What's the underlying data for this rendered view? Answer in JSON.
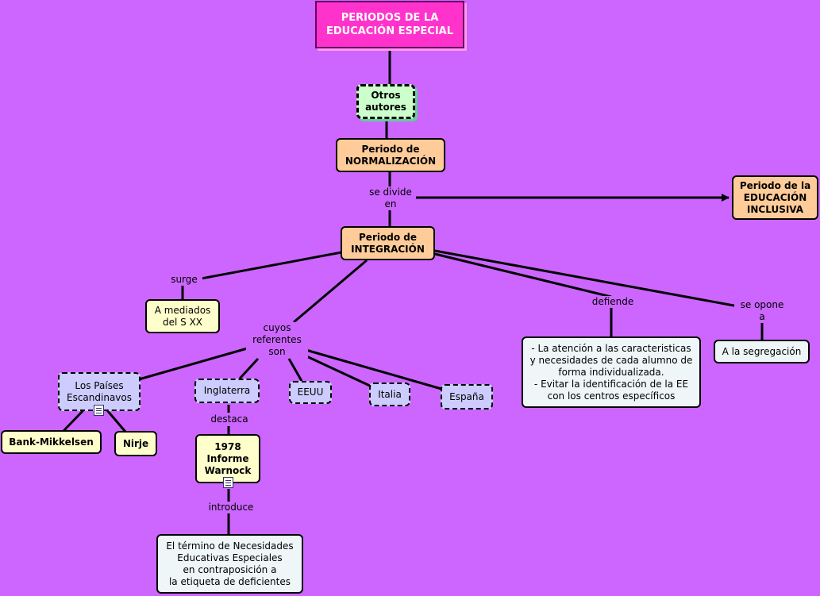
{
  "title": "PERIODOS DE LA\nEDUCACIÓN ESPECIAL",
  "nodes": {
    "otros_autores": "Otros\nautores",
    "normalizacion": "Periodo de\nNORMALIZACIÓN",
    "inclusiva": "Periodo de la\nEDUCACIÓN\nINCLUSIVA",
    "integracion": "Periodo de\nINTEGRACIÓN",
    "mediados": "A mediados\ndel S XX",
    "paises": "Los Países\nEscandinavos",
    "bank": "Bank-Mikkelsen",
    "nirje": "Nirje",
    "inglaterra": "Inglaterra",
    "eeuu": "EEUU",
    "italia": "Italia",
    "espana": "España",
    "warnock": "1978\nInforme\nWarnock",
    "termino": "El término de Necesidades\nEducativas Especiales\nen contraposición a\nla etiqueta de deficientes",
    "atencion": "- La atención a las caracteristicas\ny necesidades de cada alumno de\nforma individualizada.\n- Evitar la identificación de la EE\ncon los centros específicos",
    "segregacion": "A la segregación"
  },
  "phrases": {
    "se_divide": "se divide\nen",
    "surge": "surge",
    "cuyos": "cuyos\nreferentes\nson",
    "defiende": "defiende",
    "se_opone": "se opone\na",
    "destaca": "destaca",
    "introduce": "introduce"
  }
}
